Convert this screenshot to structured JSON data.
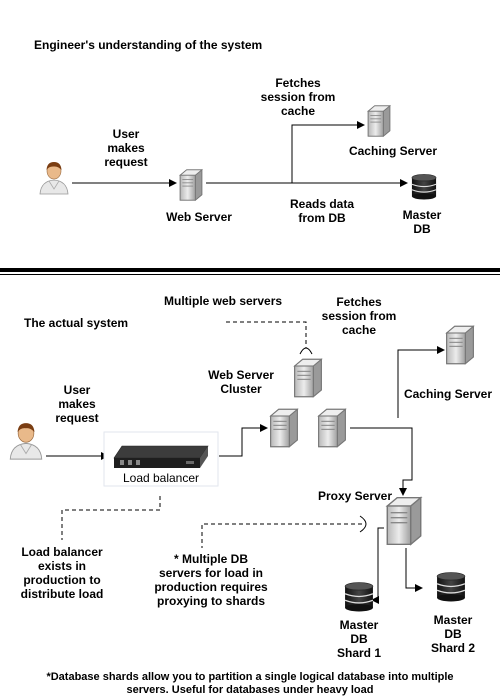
{
  "top": {
    "title": "Engineer's understanding of the system",
    "user_label": "User\nmakes\nrequest",
    "web_server": "Web Server",
    "fetches_label": "Fetches\nsession from\ncache",
    "caching_server": "Caching Server",
    "reads_label": "Reads data\nfrom DB",
    "master_db": "Master\nDB"
  },
  "bottom": {
    "title": "The actual system",
    "multiple_web_servers": "Multiple web servers",
    "fetches_label": "Fetches\nsession from\ncache",
    "cluster_label": "Web Server\nCluster",
    "caching_server": "Caching Server",
    "user_label": "User\nmakes\nrequest",
    "load_balancer": "Load balancer",
    "proxy_server": "Proxy Server",
    "lb_note": "Load balancer\nexists in\nproduction to\ndistribute load",
    "db_note": "* Multiple DB\nservers for load in\nproduction requires\nproxying to shards",
    "shard1": "Master\nDB\nShard 1",
    "shard2": "Master\nDB\nShard 2"
  },
  "footnote": "*Database shards allow you to partition a single logical database into multiple\nservers. Useful for databases under heavy load"
}
